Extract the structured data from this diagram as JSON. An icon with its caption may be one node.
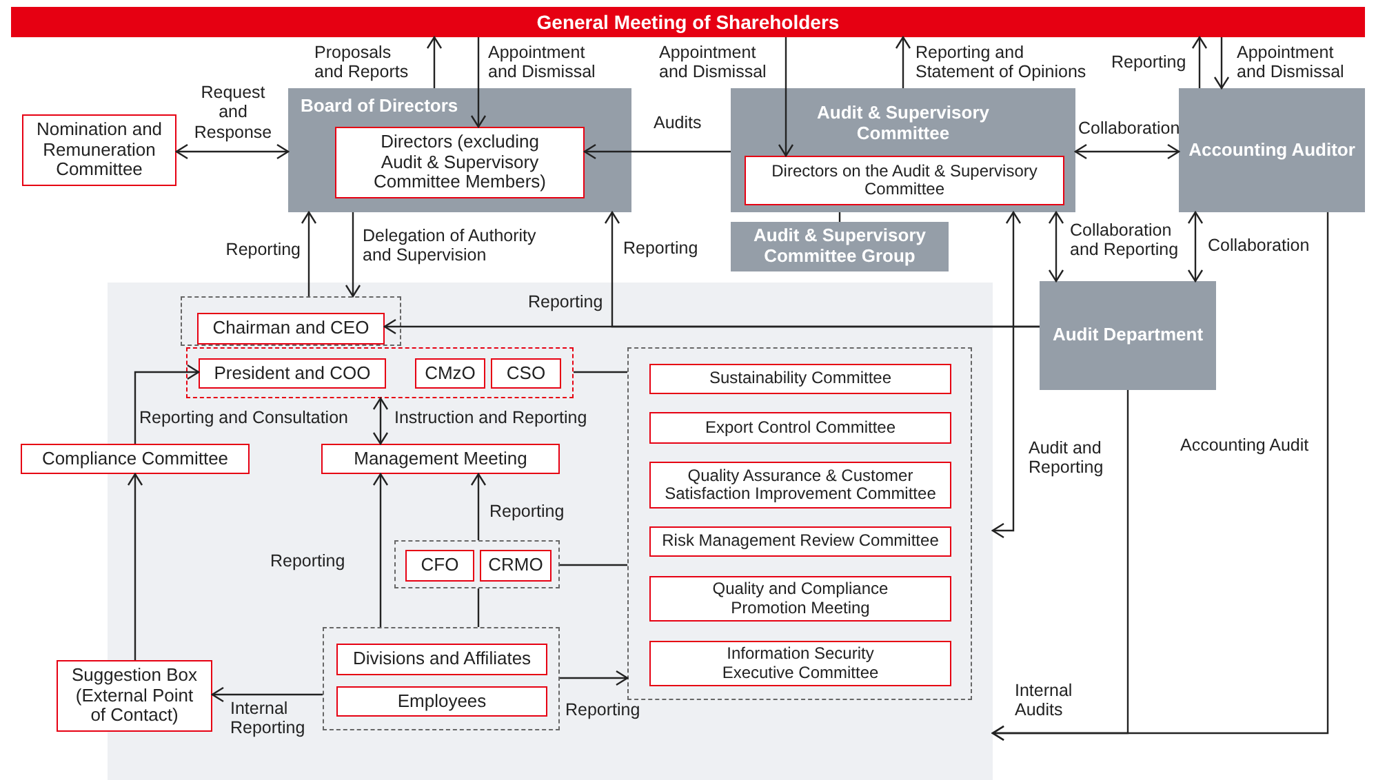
{
  "diagram": {
    "nodes": [
      {
        "text": [
          "General Meeting of Shareholders"
        ]
      },
      {
        "text": [
          "Nomination and Remuneration Committee"
        ]
      },
      {
        "text": [
          "Board of Directors"
        ]
      },
      {
        "text": [
          "Directors (excluding Audit & Supervisory Committee Members)"
        ],
        "in": 2
      },
      {
        "text": [
          "Audit & Supervisory Committee"
        ]
      },
      {
        "text": [
          "Directors on the Audit & Supervisory Committee"
        ],
        "in": 4
      },
      {
        "text": [
          "Accounting Auditor"
        ]
      },
      {
        "text": [
          "Audit & Supervisory Committee Group"
        ]
      },
      {
        "text": [],
        "shape": "box"
      },
      {
        "text": [],
        "shape": "box",
        "in": 8
      },
      {
        "text": [
          "Chairman and CEO"
        ],
        "in": 9
      },
      {
        "text": [],
        "shape": "box",
        "in": 8
      },
      {
        "text": [
          "President and COO"
        ],
        "in": 11
      },
      {
        "text": [
          "CMzO"
        ],
        "in": 11
      },
      {
        "text": [
          "CSO"
        ],
        "in": 11
      },
      {
        "text": [
          "Compliance Committee"
        ]
      },
      {
        "text": [
          "Management Meeting"
        ],
        "in": 8
      },
      {
        "text": [],
        "shape": "box",
        "in": 8
      },
      {
        "text": [
          "CFO"
        ],
        "in": 17
      },
      {
        "text": [
          "CRMO"
        ],
        "in": 17
      },
      {
        "text": [],
        "shape": "box",
        "in": 8
      },
      {
        "text": [
          "Divisions and Affiliates"
        ],
        "in": 20
      },
      {
        "text": [
          "Employees"
        ],
        "in": 20
      },
      {
        "text": [
          "Suggestion Box (External Point of Contact)"
        ]
      },
      {
        "text": [],
        "shape": "box",
        "in": 8
      },
      {
        "text": [
          "Sustainability Committee"
        ],
        "in": 24
      },
      {
        "text": [
          "Export Control Committee"
        ],
        "in": 24
      },
      {
        "text": [
          "Quality Assurance & Customer Satisfaction Improvement Committee"
        ],
        "in": 24
      },
      {
        "text": [
          "Risk Management Review Committee"
        ],
        "in": 24
      },
      {
        "text": [
          "Quality and Compliance Promotion Meeting"
        ],
        "in": 24
      },
      {
        "text": [
          "Information Security Executive Committee"
        ],
        "in": 24
      },
      {
        "text": [
          "Audit Department"
        ]
      }
    ],
    "edges": [
      {
        "from": 2,
        "to": 0,
        "arrow": "to",
        "label": "Proposals and Reports"
      },
      {
        "from": 0,
        "to": 3,
        "arrow": "to",
        "label": "Appointment and Dismissal"
      },
      {
        "from": 0,
        "to": 5,
        "arrow": "to",
        "label": "Appointment and Dismissal"
      },
      {
        "from": 4,
        "to": 0,
        "arrow": "to",
        "label": "Reporting and Statement of Opinions"
      },
      {
        "from": 6,
        "to": 0,
        "arrow": "to",
        "label": "Reporting"
      },
      {
        "from": 0,
        "to": 6,
        "arrow": "to",
        "label": "Appointment and Dismissal"
      },
      {
        "from": 1,
        "to": 2,
        "arrow": "both",
        "label": "Request and Response"
      },
      {
        "from": 4,
        "to": 3,
        "arrow": "to",
        "label": "Audits"
      },
      {
        "from": 4,
        "to": 6,
        "arrow": "both",
        "label": "Collaboration"
      },
      {
        "from": 4,
        "to": 31,
        "arrow": "both",
        "label": "Collaboration and Reporting"
      },
      {
        "from": 6,
        "to": 31,
        "arrow": "both",
        "label": "Collaboration"
      },
      {
        "from": 4,
        "to": 7,
        "arrow": "none"
      },
      {
        "from": 9,
        "to": 2,
        "arrow": "to",
        "label": "Reporting"
      },
      {
        "from": 2,
        "to": 9,
        "arrow": "to",
        "label": "Delegation of Authority and Supervision"
      },
      {
        "from": 31,
        "to": 10,
        "arrow": "to",
        "label": "Reporting"
      },
      {
        "from": 31,
        "to": 2,
        "arrow": "to",
        "label": "Reporting"
      },
      {
        "from": 4,
        "to": 8,
        "arrow": "both",
        "label": "Audit and Reporting"
      },
      {
        "from": 31,
        "to": 8,
        "arrow": "to",
        "label": "Internal Audits"
      },
      {
        "from": 6,
        "to": 8,
        "arrow": "to",
        "label": "Accounting Audit"
      },
      {
        "from": 11,
        "to": 16,
        "arrow": "both",
        "label": "Instruction and Reporting"
      },
      {
        "from": 15,
        "to": 12,
        "arrow": "to",
        "label": "Reporting and Consultation"
      },
      {
        "from": 23,
        "to": 15,
        "arrow": "to"
      },
      {
        "from": 20,
        "to": 23,
        "arrow": "to",
        "label": "Internal Reporting"
      },
      {
        "from": 20,
        "to": 16,
        "arrow": "to",
        "label": "Reporting"
      },
      {
        "from": 17,
        "to": 16,
        "arrow": "to",
        "label": "Reporting"
      },
      {
        "from": 20,
        "to": 17,
        "arrow": "none"
      },
      {
        "from": 20,
        "to": 24,
        "arrow": "to",
        "label": "Reporting"
      },
      {
        "from": 11,
        "to": 24,
        "arrow": "none"
      },
      {
        "from": 17,
        "to": 24,
        "arrow": "none"
      }
    ]
  }
}
